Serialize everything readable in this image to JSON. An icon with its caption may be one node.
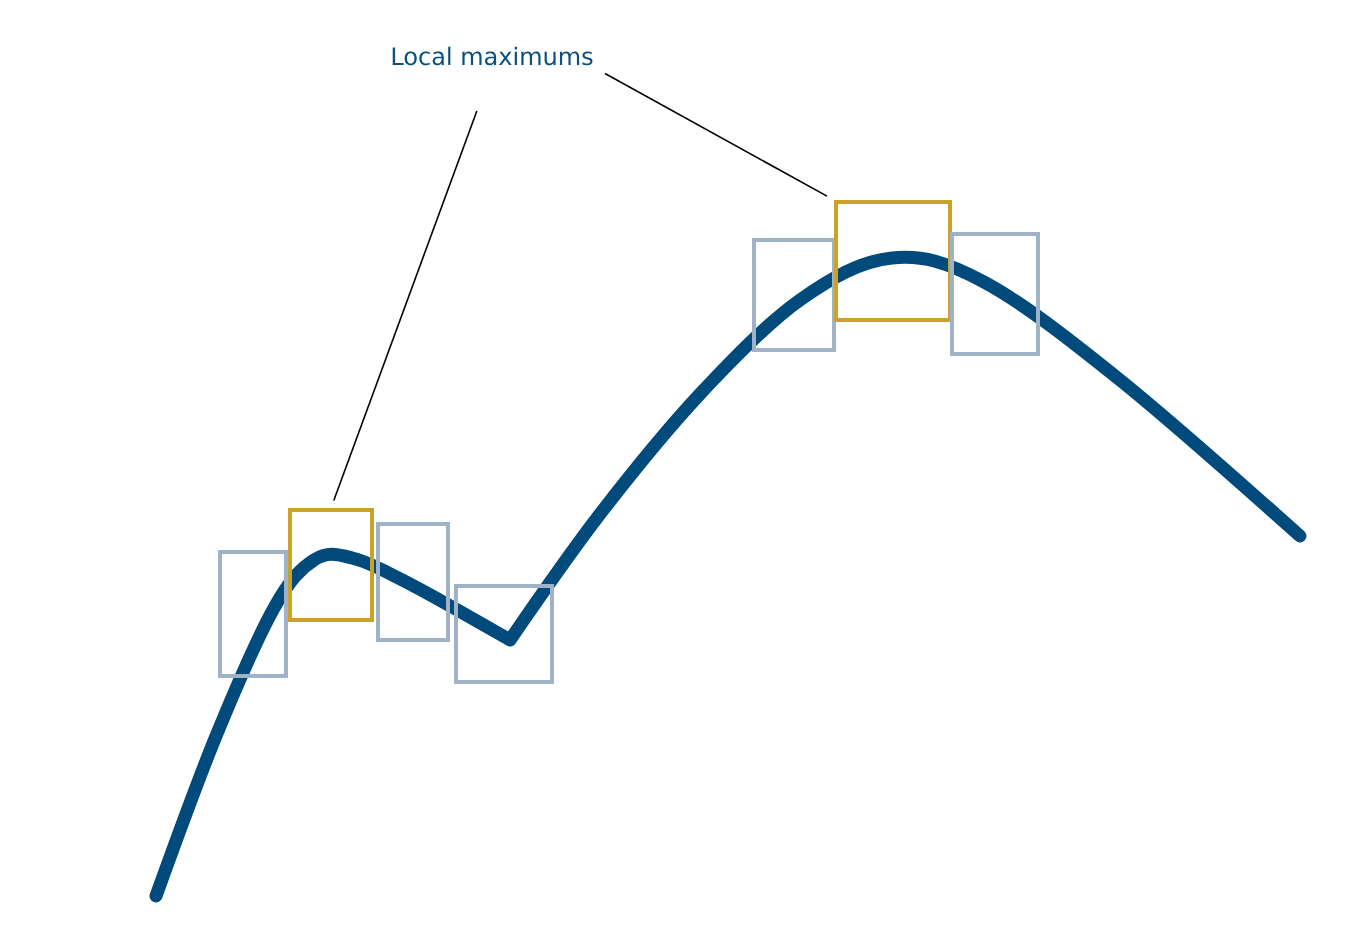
{
  "diagram": {
    "nodes": [
      {
        "text": [
          "Local maximums"
        ]
      },
      {
        "text": [],
        "shape": "box"
      },
      {
        "text": [],
        "shape": "box"
      },
      {
        "text": [],
        "shape": "box"
      },
      {
        "text": [],
        "shape": "box"
      },
      {
        "text": [],
        "shape": "box"
      },
      {
        "text": [],
        "shape": "box"
      },
      {
        "text": [],
        "shape": "box"
      }
    ],
    "edges": [
      {
        "from": 0,
        "to": 2,
        "arrow": "none"
      },
      {
        "from": 0,
        "to": 6,
        "arrow": "none"
      }
    ]
  }
}
